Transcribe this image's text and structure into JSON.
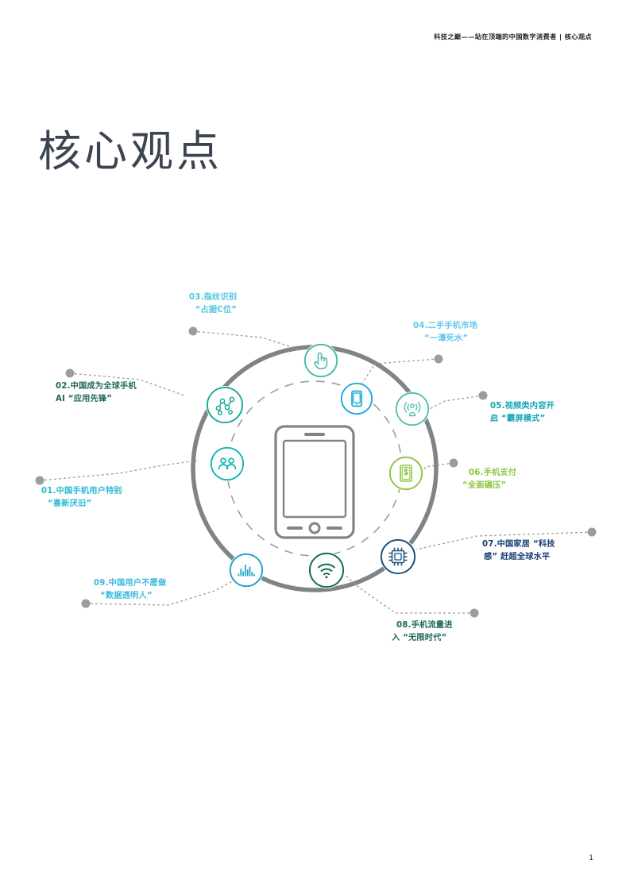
{
  "header": {
    "running_head": "科技之巅——站在顶端的中国数字消费者 | 核心观点"
  },
  "page": {
    "title": "核心观点",
    "number": "1"
  },
  "diagram": {
    "center_icon": "smartphone-outline-icon",
    "ring_color": "#7f8487",
    "dashed_ring_color": "#9a9da0",
    "nodes": [
      {
        "id": "01",
        "icon": "two-users-icon",
        "color": "#13b5b1",
        "label_color": "#29bbd4",
        "line1": "01.中国手机用户特别",
        "line2": "“喜新厌旧”"
      },
      {
        "id": "02",
        "icon": "network-nodes-icon",
        "color": "#17a99b",
        "label_color": "#1d6a5a",
        "line1": "02.中国成为全球手机",
        "line2": "AI “应用先锋”"
      },
      {
        "id": "03",
        "icon": "fingerprint-touch-icon",
        "color": "#45b9a6",
        "label_color": "#4fc6e0",
        "line1": "03.指纹识别",
        "line2": "“占据C位”"
      },
      {
        "id": "04",
        "icon": "smartphone-icon",
        "color": "#1da7e0",
        "label_color": "#63c6ef",
        "line1": "04.二手手机市场",
        "line2": "“一潭死水”"
      },
      {
        "id": "05",
        "icon": "broadcast-person-icon",
        "color": "#58bfae",
        "label_color": "#17a6b5",
        "line1": "05.视频类内容开",
        "line2": "启 “霸屏模式”"
      },
      {
        "id": "06",
        "icon": "money-bill-icon",
        "color": "#8cc63f",
        "label_color": "#8cc63f",
        "line1": "06.手机支付",
        "line2": "“全面碾压”"
      },
      {
        "id": "07",
        "icon": "cpu-chip-icon",
        "color": "#1a5180",
        "label_color": "#173f73",
        "line1": "07.中国家居 “科技",
        "line2": "感” 赶超全球水平"
      },
      {
        "id": "08",
        "icon": "wifi-icon",
        "color": "#186c45",
        "label_color": "#1d6a5a",
        "line1": "08.手机流量进",
        "line2": "入 “无限时代”"
      },
      {
        "id": "09",
        "icon": "bar-chart-icon",
        "color": "#1aa3c4",
        "label_color": "#3fb8dd",
        "line1": "09.中国用户不愿做",
        "line2": "“数据透明人”"
      }
    ]
  }
}
